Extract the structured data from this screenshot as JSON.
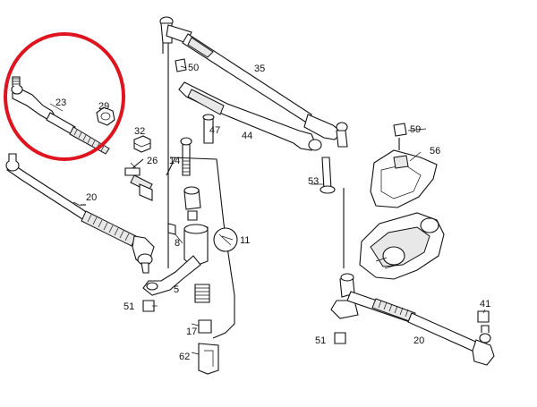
{
  "diagram": {
    "highlight_color": "#e0141e",
    "line_color": "#111111",
    "labels": {
      "p23": "23",
      "p29": "29",
      "p32": "32",
      "p26": "26",
      "p14": "14",
      "p20_left": "20",
      "p50": "50",
      "p35": "35",
      "p47": "47",
      "p44": "44",
      "p59": "59",
      "p56": "56",
      "p53": "53",
      "p8": "8",
      "p11": "11",
      "p5": "5",
      "p51_left": "51",
      "p17": "17",
      "p62": "62",
      "p41": "41",
      "p51_right": "51",
      "p20_right": "20"
    }
  }
}
